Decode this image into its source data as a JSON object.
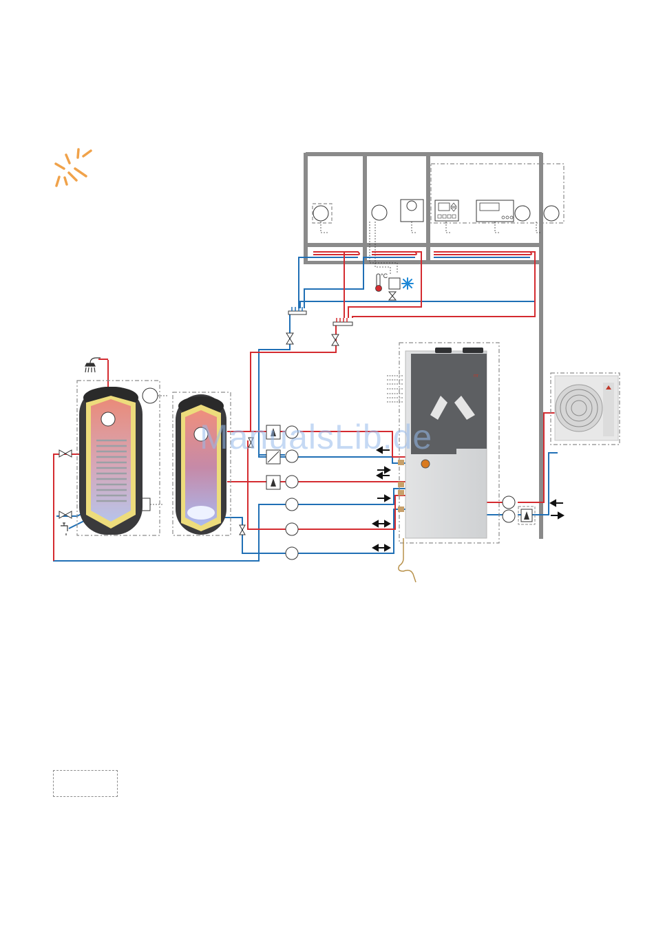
{
  "watermark": "ManualsLib.de",
  "colors": {
    "flow": "#d42a2f",
    "return": "#1f6fb5",
    "frame": "#8a8a8a",
    "sun": "#f0a24a",
    "condensate": "#b8914a"
  },
  "labels": {
    "thermostat_unit": "°C"
  },
  "icons": [
    "sun-icon",
    "shower-icon",
    "tap-icon",
    "thermometer-icon",
    "snowflake-icon",
    "valve-icon",
    "heat-pump-indoor-unit",
    "outdoor-unit-icon",
    "room-controller-icon"
  ]
}
